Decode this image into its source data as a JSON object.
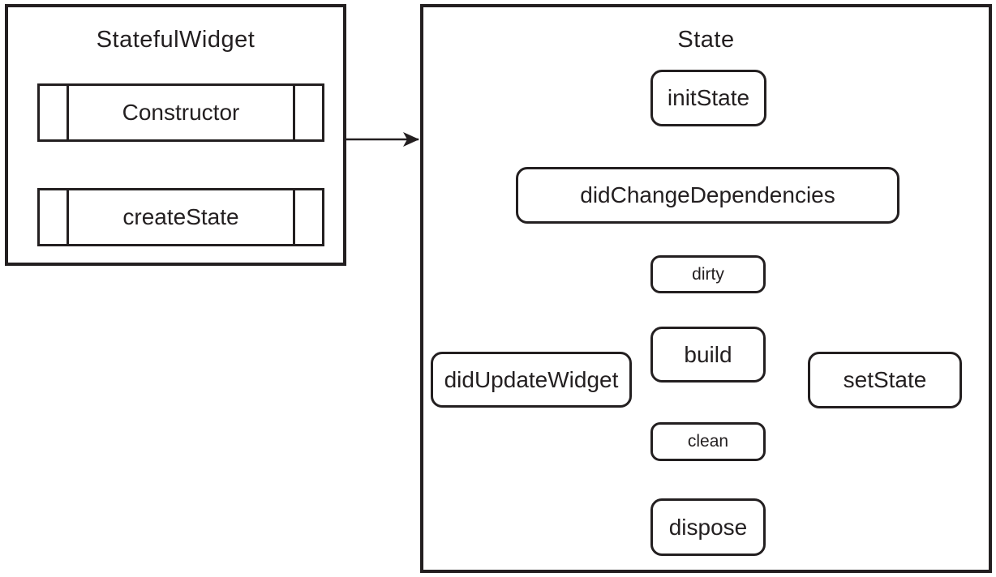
{
  "left_panel": {
    "title": "StatefulWidget",
    "nodes": {
      "constructor": "Constructor",
      "create_state": "createState"
    }
  },
  "right_panel": {
    "title": "State",
    "nodes": {
      "init_state": "initState",
      "did_change_dependencies": "didChangeDependencies",
      "dirty": "dirty",
      "build": "build",
      "did_update_widget": "didUpdateWidget",
      "set_state": "setState",
      "clean": "clean",
      "dispose": "dispose"
    }
  },
  "edges": [
    {
      "from": "StatefulWidget",
      "to": "State"
    },
    {
      "from": "Constructor",
      "to": "createState"
    },
    {
      "from": "initState",
      "to": "didChangeDependencies"
    },
    {
      "from": "didChangeDependencies",
      "to": "dirty"
    },
    {
      "from": "dirty",
      "to": "build"
    },
    {
      "from": "build",
      "to": "clean"
    },
    {
      "from": "clean",
      "to": "didUpdateWidget"
    },
    {
      "from": "didUpdateWidget",
      "to": "dirty"
    },
    {
      "from": "clean",
      "to": "setState"
    },
    {
      "from": "setState",
      "to": "dirty"
    },
    {
      "from": "clean",
      "to": "dispose"
    }
  ],
  "colors": {
    "line": "#231f20",
    "background": "#ffffff"
  }
}
